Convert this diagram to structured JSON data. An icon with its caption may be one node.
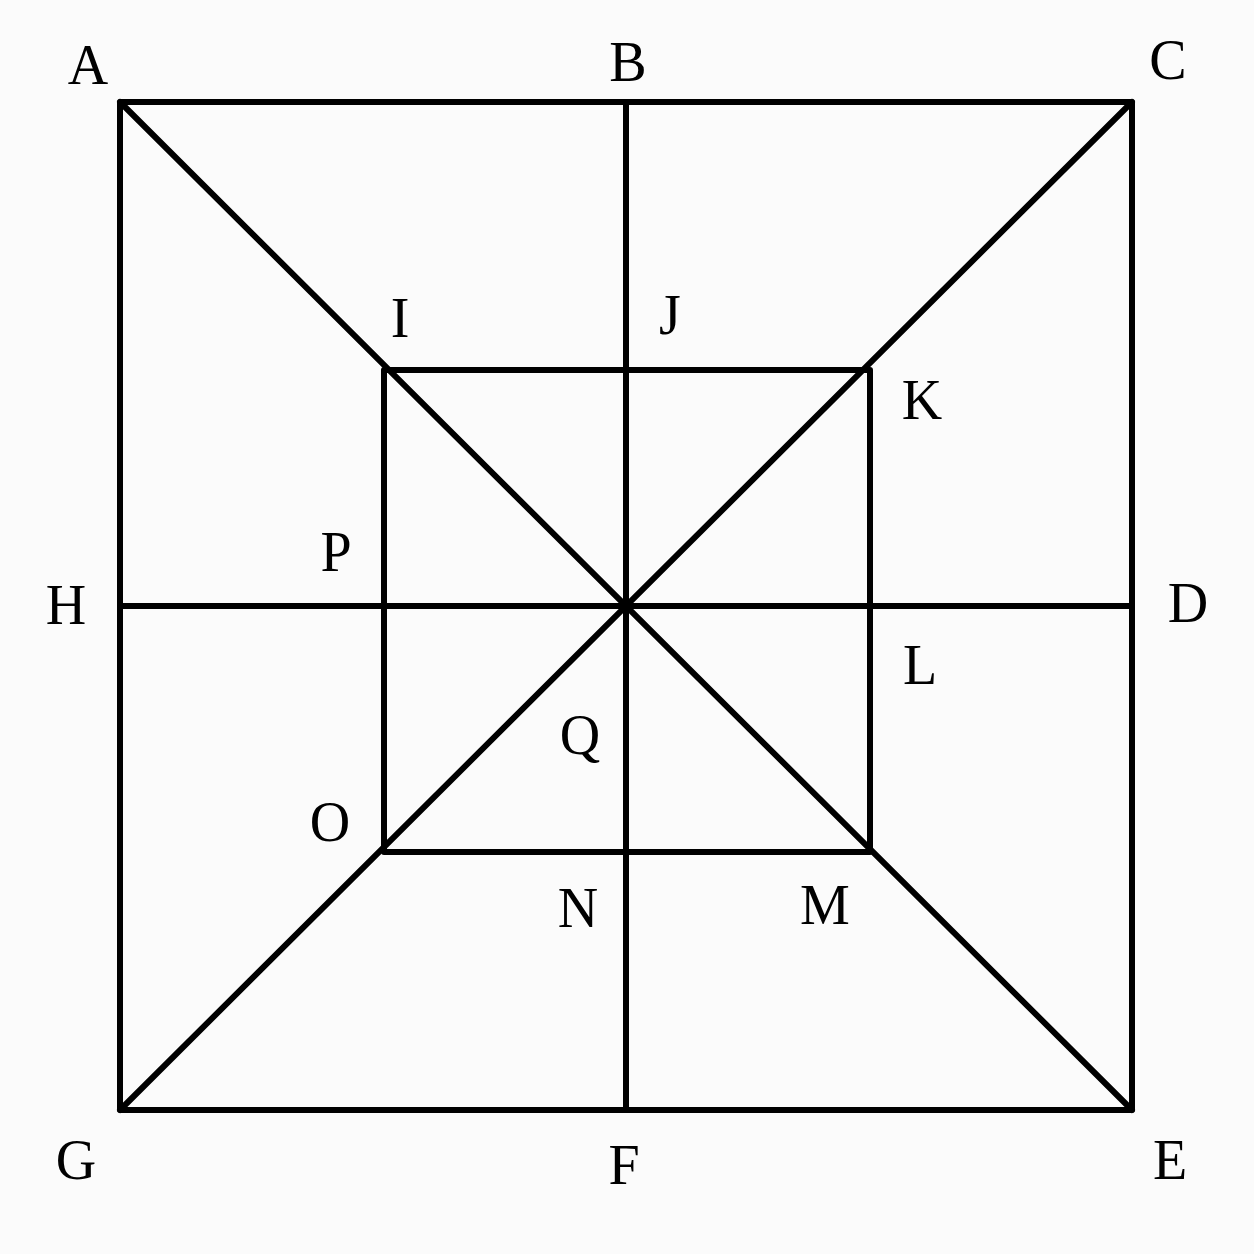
{
  "diagram": {
    "labels": [
      "A",
      "B",
      "C",
      "I",
      "J",
      "K",
      "P",
      "H",
      "D",
      "L",
      "Q",
      "O",
      "N",
      "M",
      "G",
      "F",
      "E"
    ]
  }
}
